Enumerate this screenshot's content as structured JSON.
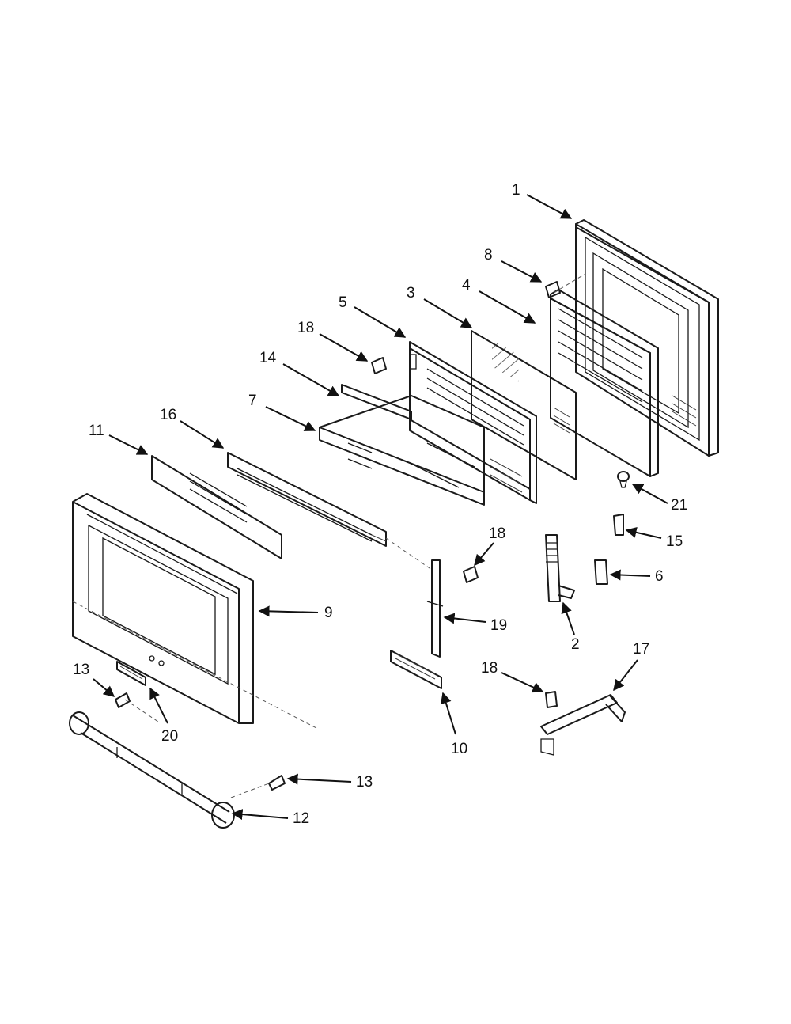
{
  "diagram": {
    "callouts": [
      {
        "id": "c1",
        "label": "1"
      },
      {
        "id": "c8",
        "label": "8"
      },
      {
        "id": "c5",
        "label": "5"
      },
      {
        "id": "c3",
        "label": "3"
      },
      {
        "id": "c4",
        "label": "4"
      },
      {
        "id": "c18a",
        "label": "18"
      },
      {
        "id": "c14",
        "label": "14"
      },
      {
        "id": "c7",
        "label": "7"
      },
      {
        "id": "c16",
        "label": "16"
      },
      {
        "id": "c11",
        "label": "11"
      },
      {
        "id": "c21",
        "label": "21"
      },
      {
        "id": "c15",
        "label": "15"
      },
      {
        "id": "c6",
        "label": "6"
      },
      {
        "id": "c18b",
        "label": "18"
      },
      {
        "id": "c9",
        "label": "9"
      },
      {
        "id": "c19",
        "label": "19"
      },
      {
        "id": "c2",
        "label": "2"
      },
      {
        "id": "c17",
        "label": "17"
      },
      {
        "id": "c13a",
        "label": "13"
      },
      {
        "id": "c18c",
        "label": "18"
      },
      {
        "id": "c20",
        "label": "20"
      },
      {
        "id": "c10",
        "label": "10"
      },
      {
        "id": "c13b",
        "label": "13"
      },
      {
        "id": "c12",
        "label": "12"
      }
    ]
  }
}
